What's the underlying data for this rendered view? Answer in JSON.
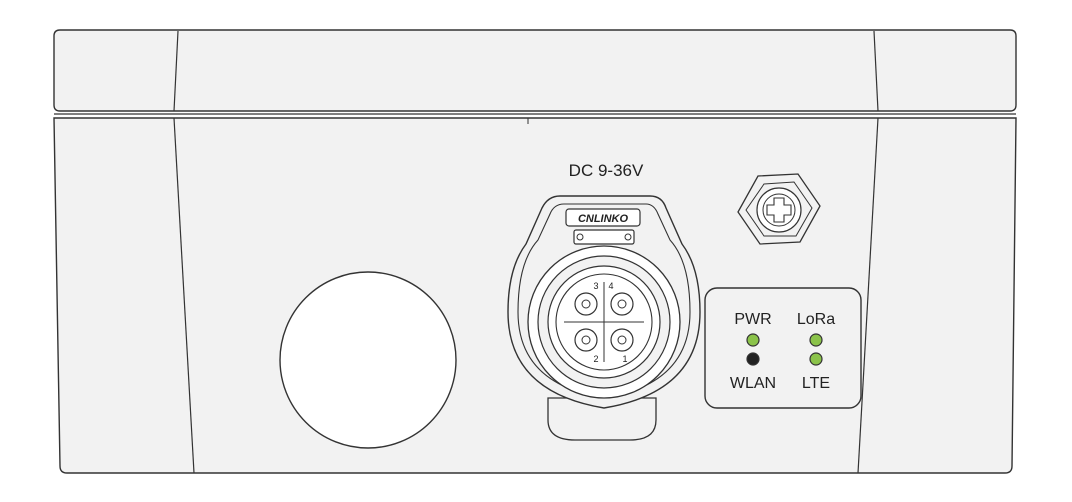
{
  "connector": {
    "voltage_label": "DC 9-36V",
    "brand_label": "CNLINKO",
    "pin_labels": [
      "3",
      "4",
      "2",
      "1"
    ]
  },
  "led_panel": {
    "labels": {
      "pwr": "PWR",
      "lora": "LoRa",
      "wlan": "WLAN",
      "lte": "LTE"
    },
    "colors": {
      "pwr": "#8bc34a",
      "lora": "#8bc34a",
      "wlan": "#222222",
      "lte": "#8bc34a"
    }
  },
  "colors": {
    "enclosure_fill": "#f2f2f2",
    "enclosure_stroke": "#333333"
  }
}
